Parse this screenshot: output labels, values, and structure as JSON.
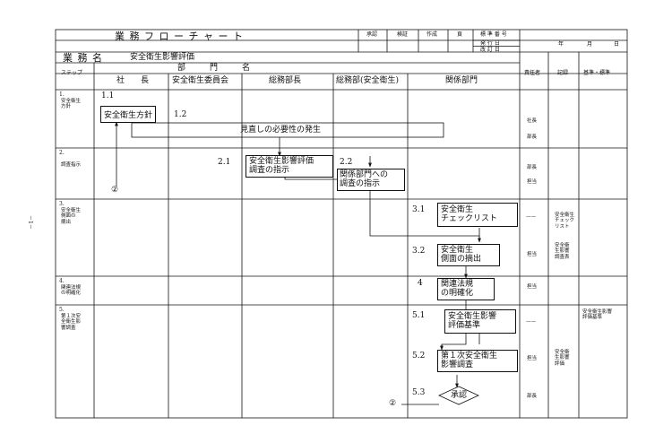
{
  "page_mark": "－1－",
  "header": {
    "title": "業 務 フ ロ ー チ ャ ー ト",
    "business_label": "業 務 名",
    "business_name": "安全衛生影響評価",
    "approve": "承認",
    "inspect": "検証",
    "create": "作成",
    "page": "頁",
    "standard_no": "標 準 番 号",
    "issue_date": "発 行 日",
    "revise_date": "改 訂 日",
    "year": "年",
    "month": "月",
    "day": "日"
  },
  "columns": {
    "step": "ステップ",
    "department": "部　　　門　　　名",
    "president": "社　　長",
    "committee": "安全衛生委員会",
    "general_manager": "総務部長",
    "general_dept": "総務部(安全衛生)",
    "related_dept": "関係部門",
    "responsible": "責任者",
    "record": "記録",
    "standard": "基準・標準"
  },
  "steps": [
    {
      "num": "1.",
      "label": "安全衛生\n方針"
    },
    {
      "num": "2.",
      "label": "調査指示"
    },
    {
      "num": "3.",
      "label": "安全衛生\n側面の\n摘出"
    },
    {
      "num": "4.",
      "label": "関連法規\nの明確化"
    },
    {
      "num": "5.",
      "label": "第１次安\n全衛生影\n響調査"
    }
  ],
  "flow": {
    "n1_1": "1.1",
    "policy": "安全衛生方針",
    "n1_2": "1.2",
    "review": "見直しの必要性の発生",
    "n2_1": "2.1",
    "survey_instr": "安全衛生影響評価\n調査の指示",
    "n2_2": "2.2",
    "related_instr": "関係部門への\n調査の指示",
    "n3_1": "3.1",
    "checklist": "安全衛生\nチェックリスト",
    "n3_2": "3.2",
    "aspect": "安全衛生\n側面の摘出",
    "n4": "4",
    "law": "関連法規\nの明確化",
    "n5_1": "5.1",
    "criteria": "安全衛生影響\n評価基準",
    "n5_2": "5.2",
    "first_survey": "第１次安全衛生\n影響調査",
    "n5_3": "5.3",
    "approve": "承認",
    "connector": "②"
  },
  "responsible": {
    "r1a": "社長",
    "r1b": "部長",
    "r2a": "部長",
    "r2b": "担当",
    "r3a": "——",
    "r3b": "担当",
    "r4": "担当",
    "r5a": "——",
    "r5b": "担当",
    "r5c": "部長"
  },
  "records": {
    "rec3a": "安全衛生\nチェック\nリスト",
    "rec3b": "安全衛\n生影響\n調査表",
    "rec5": "安全衛\n生影響\n評価"
  },
  "standards": {
    "std5": "安全衛生影響\n評価基準"
  }
}
